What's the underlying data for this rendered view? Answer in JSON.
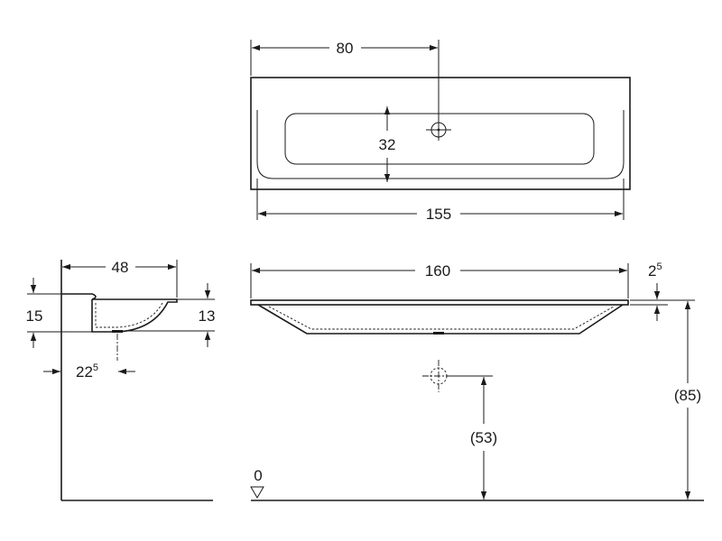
{
  "top_view": {
    "tap_offset": "80",
    "bowl_depth": "32",
    "inner_width": "155"
  },
  "side_view": {
    "depth": "48",
    "rim_height": "15",
    "bowl_height": "13",
    "drain_offset": "22",
    "drain_offset_sup": "5"
  },
  "front_view": {
    "width": "160",
    "rim_thickness": "2",
    "rim_thickness_sup": "5",
    "waste_height": "(53)",
    "mount_height": "(85)",
    "floor_level": "0"
  }
}
